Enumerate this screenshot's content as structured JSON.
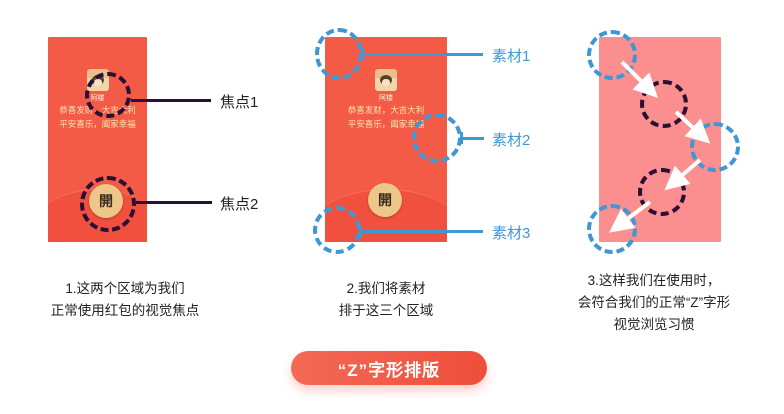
{
  "envelope": {
    "sender_name": "阿楼",
    "blessing_line1": "恭喜发财，大吉大利",
    "blessing_line2": "平安喜乐，阖家幸福",
    "open_button": "開"
  },
  "panel1": {
    "focus1_label": "焦点1",
    "focus2_label": "焦点2",
    "caption_line1": "1.这两个区域为我们",
    "caption_line2": "正常使用红包的视觉焦点"
  },
  "panel2": {
    "material1_label": "素材1",
    "material2_label": "素材2",
    "material3_label": "素材3",
    "caption_line1": "2.我们将素材",
    "caption_line2": "排于这三个区域"
  },
  "panel3": {
    "caption_line1": "3.这样我们在使用时，",
    "caption_line2": "会符合我们的正常“Z”字形",
    "caption_line3": "视觉浏览习惯"
  },
  "footer": {
    "title": "“Z”字形排版"
  },
  "colors": {
    "envelope_red": "#f35b46",
    "envelope_pink": "#fb8e8e",
    "focus_dark": "#2a1036",
    "material_blue": "#3f98d4",
    "pill_red": "#ef4e3c",
    "button_gold": "#edc688"
  }
}
